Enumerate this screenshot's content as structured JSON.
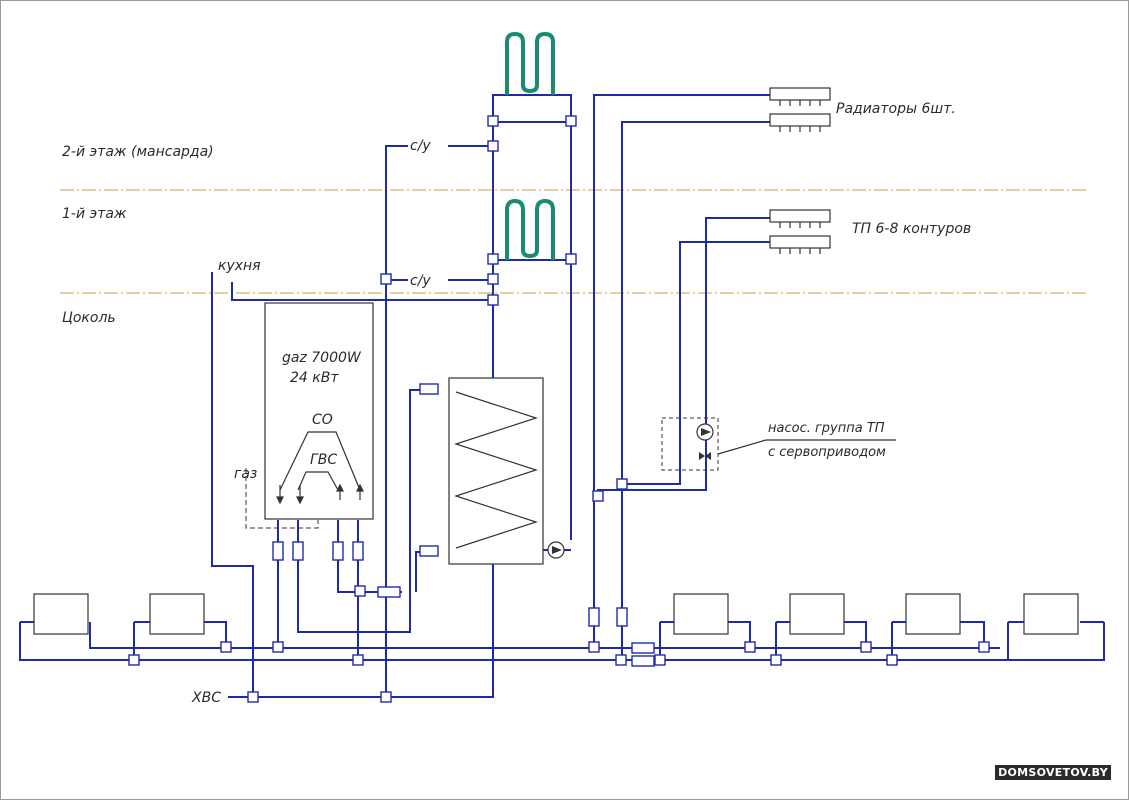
{
  "labels": {
    "floor2": "2-й этаж (мансарда)",
    "floor1": "1-й этаж",
    "basement": "Цоколь",
    "kitchen": "кухня",
    "bathroom_upper": "с/у",
    "bathroom_lower": "с/у",
    "boiler_model": "gaz 7000W",
    "boiler_power": "24 кВт",
    "heating_circuit": "СО",
    "hot_water": "ГВС",
    "gas": "газ",
    "cold_water": "ХВС",
    "radiators": "Радиаторы 6шт.",
    "underfloor": "ТП 6-8 контуров",
    "pump_group_line1": "насос. группа ТП",
    "pump_group_line2": "с сервоприводом"
  },
  "watermark": "DOMSOVETOV.BY",
  "colors": {
    "pipe": "#1f2aa8",
    "towel_rail": "#1a8a73",
    "floor_line": "#d6b46a"
  }
}
